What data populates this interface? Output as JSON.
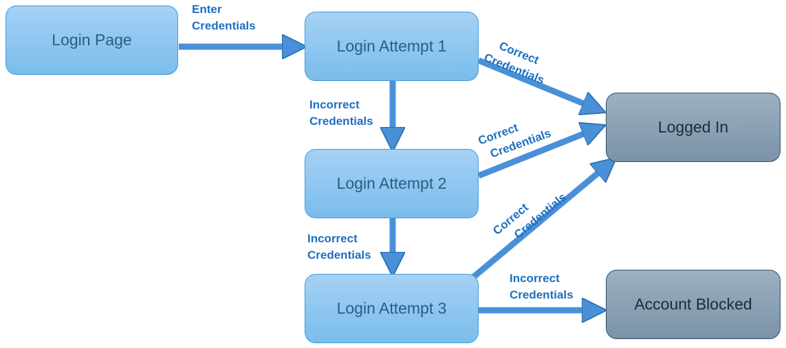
{
  "nodes": {
    "login_page": "Login Page",
    "attempt1": "Login Attempt 1",
    "attempt2": "Login Attempt 2",
    "attempt3": "Login Attempt 3",
    "logged_in": "Logged In",
    "blocked": "Account Blocked"
  },
  "edges": {
    "enter": [
      "Enter",
      "Credentials"
    ],
    "a1_correct": [
      "Correct",
      "Credentials"
    ],
    "a1_incorrect": [
      "Incorrect",
      "Credentials"
    ],
    "a2_correct": [
      "Correct",
      "Credentials"
    ],
    "a2_incorrect": [
      "Incorrect",
      "Credentials"
    ],
    "a3_correct": [
      "Correct",
      "Credentials"
    ],
    "a3_incorrect": [
      "Incorrect",
      "Credentials"
    ]
  },
  "colors": {
    "arrow": "#4a90d9",
    "label": "#1d6fc0"
  }
}
